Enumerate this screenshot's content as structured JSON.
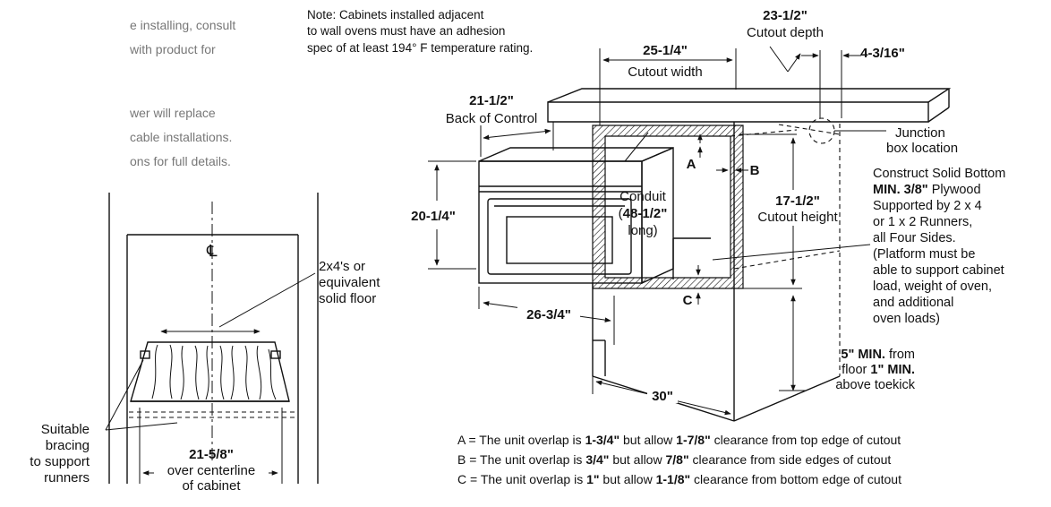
{
  "intro_text": {
    "line1": "e installing, consult",
    "line2": " with product for",
    "line3": "wer will replace",
    "line4": "cable installations.",
    "line5": "ons for full details."
  },
  "left_view": {
    "centerline_symbol": "℄",
    "floor_label": [
      "2x4's or",
      "equivalent",
      "solid floor"
    ],
    "bracing_label": [
      "Suitable",
      "bracing",
      "to support",
      "runners"
    ],
    "width_dim": "21-5/8\"",
    "width_caption": [
      "over centerline",
      "of cabinet"
    ]
  },
  "note": {
    "line1": "Note: Cabinets installed adjacent",
    "line2": "to wall ovens must have an adhesion",
    "line3": "spec of at least 194° F temperature rating."
  },
  "dims": {
    "cutout_width_value": "25-1/4\"",
    "cutout_width_label": "Cutout width",
    "cutout_depth_value": "23-1/2\"",
    "cutout_depth_label": "Cutout depth",
    "side_gap_value": "4-3/16\"",
    "back_control_value": "21-1/2\"",
    "back_control_label": "Back of Control",
    "oven_height_value": "20-1/4\"",
    "oven_depth_value": "26-3/4\"",
    "cabinet_width_value": "30\"",
    "cutout_height_value": "17-1/2\"",
    "cutout_height_label": "Cutout height"
  },
  "labels": {
    "junction_line1": "Junction",
    "junction_line2": "box location",
    "conduit_line1": "Conduit",
    "conduit_open": "(",
    "conduit_bold": "48-1/2\"",
    "conduit_line3": "long)",
    "letter_a": "A",
    "letter_b": "B",
    "letter_c": "C"
  },
  "construct_note": {
    "line1": "Construct Solid Bottom",
    "line2_bold": "MIN. 3/8\"",
    "line2_rest": " Plywood",
    "line3": "Supported by 2 x 4",
    "line4": "or 1 x 2 Runners,",
    "line5": "all Four Sides.",
    "line6": "(Platform must be",
    "line7": "able to support cabinet",
    "line8": "load, weight of oven,",
    "line9": "and additional",
    "line10": "oven loads)"
  },
  "floor_note": {
    "line1_bold": "5\" MIN.",
    "line1_rest": " from",
    "line2_a": "floor ",
    "line2_bold": "1\" MIN.",
    "line3": "above toekick"
  },
  "legend": [
    {
      "prefix": "A = The unit overlap is ",
      "v1": "1-3/4\"",
      "mid": " but allow ",
      "v2": "1-7/8\"",
      "suffix": " clearance from top edge of cutout"
    },
    {
      "prefix": "B = The unit overlap is ",
      "v1": "3/4\"",
      "mid": " but allow ",
      "v2": "7/8\"",
      "suffix": " clearance from side edges of cutout"
    },
    {
      "prefix": "C = The unit overlap is ",
      "v1": "1\"",
      "mid": " but allow ",
      "v2": "1-1/8\"",
      "suffix": " clearance from bottom edge of cutout"
    }
  ]
}
